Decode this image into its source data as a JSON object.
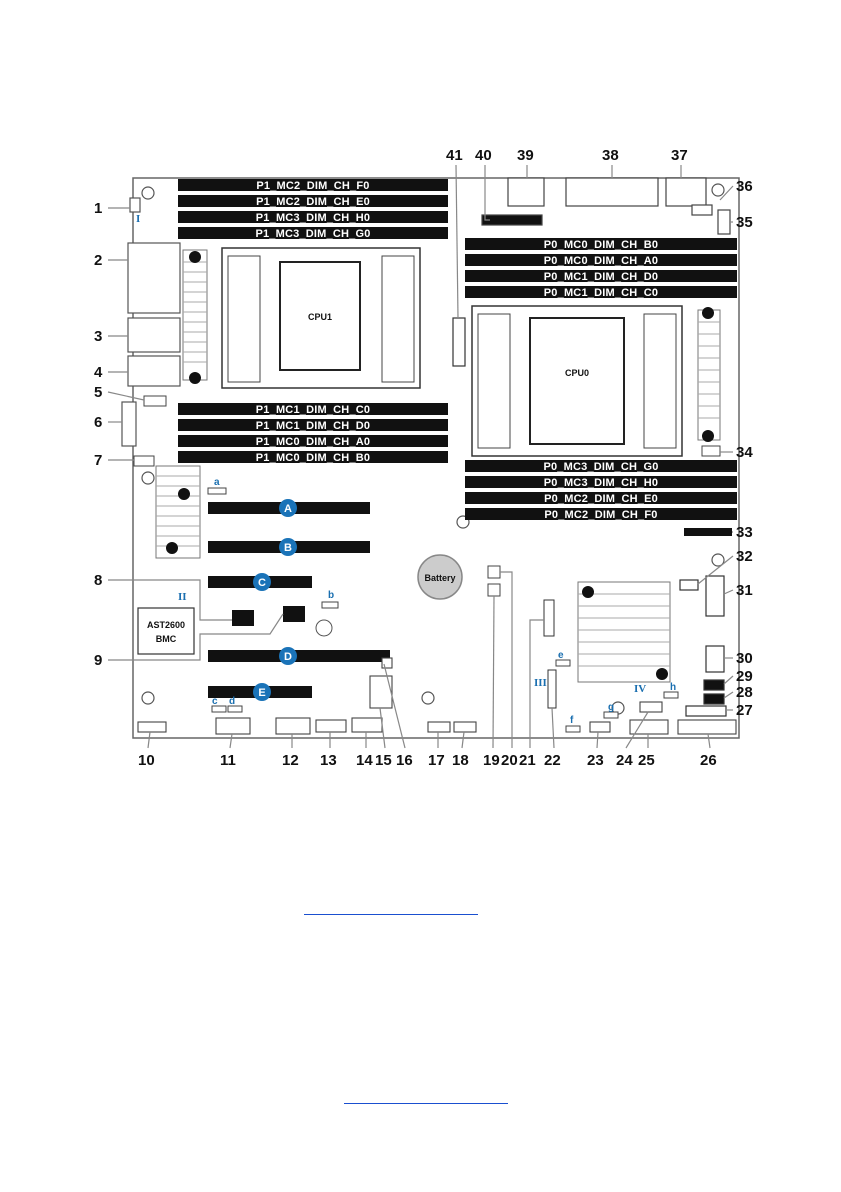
{
  "callouts": [
    "1",
    "2",
    "3",
    "4",
    "5",
    "6",
    "7",
    "8",
    "9",
    "10",
    "11",
    "12",
    "13",
    "14",
    "15",
    "16",
    "17",
    "18",
    "19",
    "20",
    "21",
    "22",
    "23",
    "24",
    "25",
    "26",
    "27",
    "28",
    "29",
    "30",
    "31",
    "32",
    "33",
    "34",
    "35",
    "36",
    "37",
    "38",
    "39",
    "40",
    "41"
  ],
  "dimms_cpu1_top": [
    "P1_MC2_DIM_CH_F0",
    "P1_MC2_DIM_CH_E0",
    "P1_MC3_DIM_CH_H0",
    "P1_MC3_DIM_CH_G0"
  ],
  "dimms_cpu1_bottom": [
    "P1_MC1_DIM_CH_C0",
    "P1_MC1_DIM_CH_D0",
    "P1_MC0_DIM_CH_A0",
    "P1_MC0_DIM_CH_B0"
  ],
  "dimms_cpu0_top": [
    "P0_MC0_DIM_CH_B0",
    "P0_MC0_DIM_CH_A0",
    "P0_MC1_DIM_CH_D0",
    "P0_MC1_DIM_CH_C0"
  ],
  "dimms_cpu0_bottom": [
    "P0_MC3_DIM_CH_G0",
    "P0_MC3_DIM_CH_H0",
    "P0_MC2_DIM_CH_E0",
    "P0_MC2_DIM_CH_F0"
  ],
  "cpu1_label": "CPU1",
  "cpu0_label": "CPU0",
  "pcie_slots": [
    "A",
    "B",
    "C",
    "D",
    "E"
  ],
  "bmc_line1": "AST2600",
  "bmc_line2": "BMC",
  "battery_label": "Battery",
  "jumpers": [
    "a",
    "b",
    "c",
    "d",
    "e",
    "f",
    "g",
    "h"
  ],
  "roman_labels": [
    "I",
    "II",
    "III",
    "IV"
  ],
  "colors": {
    "callout_circle": "#1a73b8",
    "dimm": "#111111",
    "jumper_text": "#1a6fb0",
    "link": "#1a4fd0"
  }
}
